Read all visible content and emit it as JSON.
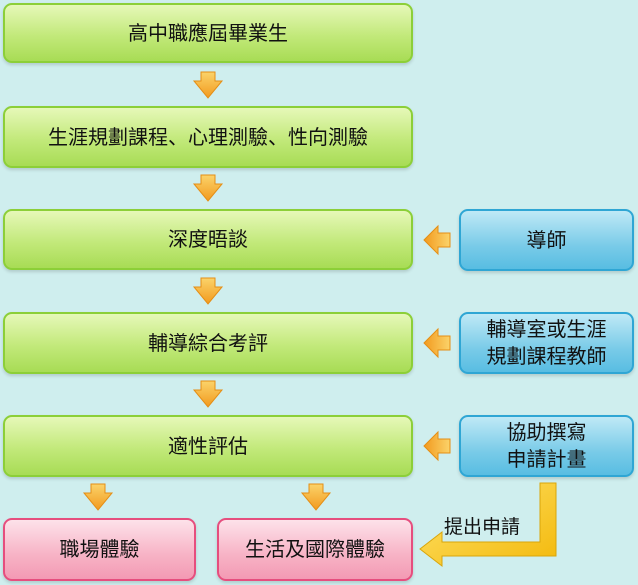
{
  "steps": [
    "高中職應屆畢業生",
    "生涯規劃課程、心理測驗、性向測驗",
    "深度晤談",
    "輔導綜合考評",
    "適性評估"
  ],
  "helpers": [
    "導師",
    "輔導室或生涯\n規劃課程教師",
    "協助撰寫\n申請計畫"
  ],
  "outcomes": [
    "職場體驗",
    "生活及國際體驗"
  ],
  "connector_label": "提出申請",
  "colors": {
    "step_fill": "#c2e97a",
    "step_border": "#8ccf38",
    "helper_fill": "#79cbe8",
    "helper_border": "#2fa6d4",
    "outcome_fill": "#f7b2c5",
    "outcome_border": "#e64e7e",
    "arrow": "#f7b13a",
    "connector": "#f5c518"
  }
}
